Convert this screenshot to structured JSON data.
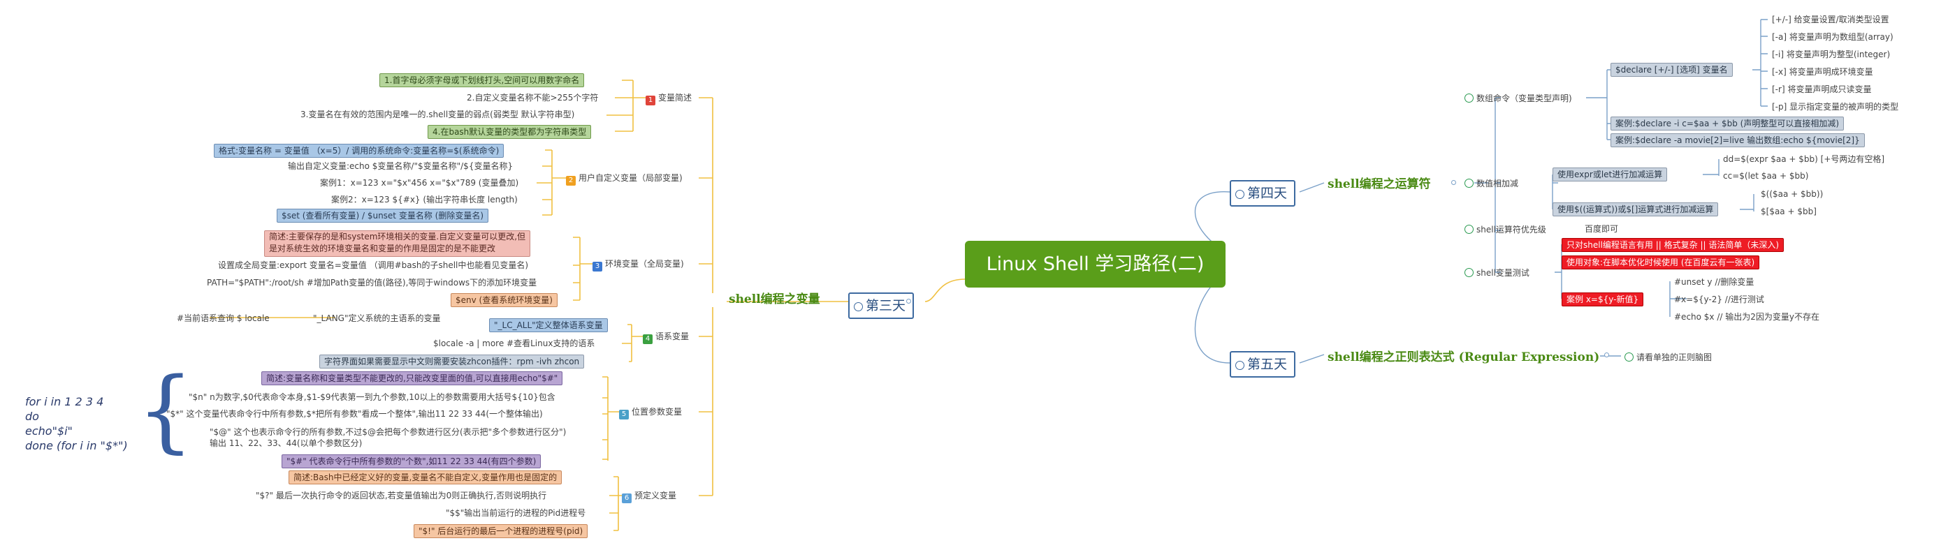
{
  "root": "Linux Shell 学习路径(二)",
  "day3": {
    "label": "第三天",
    "section": "shell编程之变量",
    "groups": [
      {
        "num": "1",
        "label": "变量简述",
        "items": [
          "1.首字母必须字母或下划线打头,空间可以用数字命名",
          "2.自定义变量名称不能>255个字符",
          "3.变量名在有效的范围内是唯一的.shell变量的弱点(弱类型 默认字符串型)",
          "4.在bash默认变量的类型都为字符串类型"
        ]
      },
      {
        "num": "2",
        "label": "用户自定义变量（局部变量)",
        "items": [
          "格式:变量名称 = 变量值 （x=5）/ 调用的系统命令:变量名称=$(系统命令)",
          "输出自定义变量:echo  $变量名称/\"$变量名称\"/${变量名称}",
          "案例1：x=123    x=\"$x\"456   x=\"$x\"789   (变量叠加)",
          "案例2：x=123    ${#x}    (输出字符串长度 length)",
          "$set (查看所有变量)   /   $unset 变量名称 (删除变量名)"
        ]
      },
      {
        "num": "3",
        "label": "环境变量（全局变量)",
        "items": [
          "简述:主要保存的是和system环境相关的变量.自定义变量可以更改,但",
          "是对系统生效的环境变量名和变量的作用是固定的是不能更改",
          "设置成全局变量:export  变量名=变量值  （调用#bash的子shell中也能看见变量名)",
          "PATH=\"$PATH\":/root/sh  #增加Path变量的值(路径),等同于windows下的添加环境变量",
          "$env (查看系统环境变量)"
        ]
      },
      {
        "num": "4",
        "label": "语系变量",
        "items": [
          "\"_LC_ALL\"定义整体语系变量",
          "\"_LANG\"定义系统的主语系的变量",
          "#当前语系查询  $ locale",
          "$locale -a  |  more    #查看Linux支持的语系",
          "字符界面如果需要显示中文则需要安装zhcon插件：rpm -ivh  zhcon"
        ]
      },
      {
        "num": "5",
        "label": "位置参数变量",
        "items": [
          "简述:变量名称和变量类型不能更改的,只能改变里面的值,可以直接用echo\"$#\"",
          "\"$n\" n为数字,$0代表命令本身,$1-$9代表第一到九个参数,10以上的参数需要用大括号${10}包含",
          "\"$*\" 这个变量代表命令行中所有参数,$*把所有参数\"看成一个整体\",输出11 22 33 44(一个整体输出)",
          "\"$@\" 这个也表示命令行的所有参数,不过$@会把每个参数进行区分(表示把\"多个参数进行区分\")",
          "输出 11、22、33、44(以单个参数区分)",
          "\"$#\" 代表命令行中所有参数的\"个数\",如11 22 33 44(有四个参数)"
        ]
      },
      {
        "num": "6",
        "label": "预定义变量",
        "items": [
          "简述:Bash中已经定义好的变量,变量名不能自定义,变量作用也是固定的",
          "\"$?\" 最后一次执行命令的返回状态,若变量值输出为0则正确执行,否则说明执行",
          "\"$$\"输出当前运行的进程的Pid进程号",
          "\"$!\" 后台运行的最后一个进程的进程号(pid)"
        ]
      }
    ],
    "code_lines": [
      "for i in 1 2 3 4",
      "do",
      "echo\"$i\"",
      "done (for i in \"$*\")"
    ]
  },
  "day4": {
    "label": "第四天",
    "section": "shell编程之运算符",
    "declare_cmd": "数组命令（变量类型声明)",
    "declare_box": "$declare  [+/-]  [选项] 变量名",
    "declare_opts": [
      "[+/-] 给变量设置/取消类型设置",
      "[-a]  将变量声明为数组型(array)",
      "[-i]  将变量声明为整型(integer)",
      "[-x]  将变量声明成环境变量",
      "[-r]  将变量声明成只读变量",
      "[-p]  显示指定变量的被声明的类型"
    ],
    "declare_cases": [
      "案例:$declare  -i  c=$aa + $bb  (声明整型可以直接相加减)",
      "案例:$declare  -a  movie[2]=live  输出数组:echo ${movie[2]}"
    ],
    "calc_label": "数值相加减",
    "calc_boxes": [
      "使用expr或let进行加减运算",
      "使用$((运算式))或$[]运算式进行加减运算"
    ],
    "calc_items": [
      "dd=$(expr $aa + $bb)   [+号两边有空格]",
      "cc=$(let $aa + $bb)",
      "$(($aa + $bb))",
      "$[$aa + $bb]"
    ],
    "priority_label": "shell运算符优先级",
    "priority_note": "百度即可",
    "test_label": "shell变量测试",
    "test_boxes": [
      "只对shell编程语言有用 || 格式复杂 || 语法简单（未深入)",
      "使用对象:在脚本优化时候使用   (在百度云有一张表)",
      "案例  x=${y-新值}"
    ],
    "test_items": [
      "#unset y     //删除变量",
      "#x=${y-2}  //进行测试",
      "#echo $x   // 输出为2因为变量y不存在"
    ]
  },
  "day5": {
    "label": "第五天",
    "section": "shell编程之正则表达式 (Regular Expression)",
    "note": "请看单独的正则脑图"
  }
}
